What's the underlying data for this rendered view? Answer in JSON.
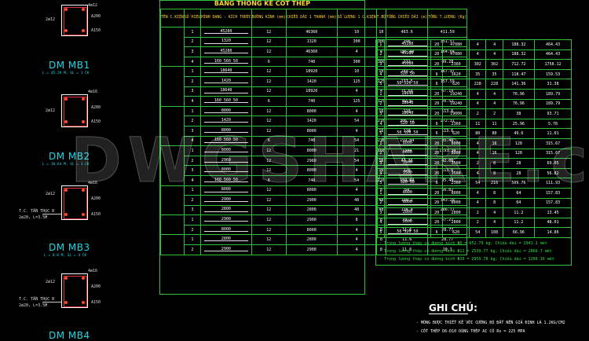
{
  "title": "BẢNG THỐNG KÊ CỐT THÉP",
  "headers": [
    "TÊN C.KIỆN",
    "SỐ HIỆU",
    "HÌNH DẠNG - KÍCH THƯỚC",
    "ĐƯỜNG KÍNH (mm)",
    "CHIỀU DÀI 1 THANH (mm)",
    "SỐ LƯỢNG 1 C.KIỆN",
    "T.BỘ",
    "TỔNG CHIỀU DÀI (m)",
    "TỔNG T.LƯỢNG (Kg)"
  ],
  "beams": [
    {
      "name": "DM MB1",
      "sub": "L = 45.29 M, SL = 1 CK",
      "tags": [
        "4ø12",
        "2ø12",
        "A200",
        "A150"
      ]
    },
    {
      "name": "DM MB2",
      "sub": "L = 18.64 M, SL = 1 CK",
      "tags": [
        "4ø16",
        "2ø12",
        "A200",
        "A150"
      ]
    },
    {
      "name": "DM MB3",
      "sub": "L = 8.0 M, SL = 4 CK",
      "tags": [
        "4ø16",
        "2ø12",
        "A200",
        "A150",
        "T.C. TẦN TRỤC B",
        "2ø20, L=3.5M"
      ]
    },
    {
      "name": "DM MB4",
      "sub": "",
      "tags": [
        "4ø16",
        "2ø12",
        "A200",
        "A150",
        "T.C. TẦN TRỤC B",
        "2ø20, L=3.5M"
      ]
    }
  ],
  "table1_rows": [
    [
      "1",
      "45280",
      "12",
      "46360",
      "10",
      "10",
      "463.6",
      "411.59"
    ],
    [
      "2",
      "1320",
      "12",
      "1320",
      "300",
      "300",
      "396",
      "351.57"
    ],
    [
      "3",
      "45280",
      "12",
      "46360",
      "4",
      "4",
      "185.44",
      "164.64"
    ],
    [
      "4",
      "160 560 50",
      "6",
      "740",
      "300",
      "300",
      "222",
      "49.28"
    ],
    [
      "1",
      "18640",
      "12",
      "18920",
      "10",
      "10",
      "189.2",
      "167.97"
    ],
    [
      "2",
      "1420",
      "12",
      "1420",
      "125",
      "125",
      "177.5",
      "157.59"
    ],
    [
      "3",
      "18640",
      "12",
      "18920",
      "4",
      "4",
      "75.68",
      "67.19"
    ],
    [
      "4",
      "160 560 50",
      "6",
      "740",
      "125",
      "125",
      "92.5",
      "20.53"
    ],
    [
      "1",
      "8000",
      "12",
      "8000",
      "4",
      "16",
      "128",
      "113.6"
    ],
    [
      "2",
      "1420",
      "12",
      "1420",
      "54",
      "216",
      "306.72",
      "272.31"
    ],
    [
      "3",
      "8000",
      "12",
      "8000",
      "4",
      "16",
      "128",
      "113.6"
    ],
    [
      "4",
      "160 560 50",
      "6",
      "740",
      "54",
      "216",
      "159.84",
      "35.48"
    ],
    [
      "1",
      "8000",
      "12",
      "8000",
      "21",
      "168",
      "1344",
      "1193.34"
    ],
    [
      "2",
      "2960",
      "12",
      "2960",
      "54",
      "16",
      "47.36",
      "42.05"
    ],
    [
      "3",
      "8000",
      "12",
      "8000",
      "4",
      "16",
      "128",
      "113.6"
    ],
    [
      "4",
      "160 560 50",
      "6",
      "740",
      "54",
      "216",
      "159.84",
      "35.48"
    ],
    [
      "1",
      "8000",
      "12",
      "8000",
      "4",
      "8",
      "64",
      "56.82"
    ],
    [
      "2",
      "2900",
      "12",
      "2900",
      "48",
      "48",
      "139.2",
      "343.29"
    ],
    [
      "3",
      "2800",
      "12",
      "2800",
      "48",
      "48",
      "134.4",
      "286.77"
    ],
    [
      "1",
      "2900",
      "12",
      "2900",
      "8",
      "8",
      "23.2",
      "57.27"
    ],
    [
      "2",
      "8000",
      "12",
      "8000",
      "4",
      "8",
      "11.6",
      "28.77"
    ],
    [
      "1",
      "2800",
      "12",
      "2800",
      "4",
      "8",
      "11.6",
      "28.77"
    ],
    [
      "2",
      "2900",
      "12",
      "2900",
      "4",
      "8",
      "11.6",
      "10.1"
    ]
  ],
  "table2_rows": [
    [
      "1",
      "45280",
      "20",
      "47080",
      "4",
      "4",
      "188.32",
      "464.43"
    ],
    [
      "2",
      "45280",
      "20",
      "47080",
      "4",
      "4",
      "188.32",
      "464.43"
    ],
    [
      "3",
      "45280",
      "20",
      "2360",
      "302",
      "302",
      "712.72",
      "1758.12"
    ],
    [
      "4",
      "520 50",
      "6",
      "3620",
      "35",
      "35",
      "118.47",
      "159.53"
    ],
    [
      "5",
      "50 520 50",
      "6",
      "620",
      "228",
      "228",
      "141.36",
      "31.38"
    ],
    [
      "1",
      "18640",
      "20",
      "19240",
      "4",
      "4",
      "76.96",
      "189.79"
    ],
    [
      "2",
      "18640",
      "20",
      "19240",
      "4",
      "4",
      "76.96",
      "189.79"
    ],
    [
      "3",
      "18640",
      "20",
      "19000",
      "2",
      "2",
      "38",
      "93.71"
    ],
    [
      "4",
      "520 50",
      "6",
      "2360",
      "11",
      "11",
      "25.96",
      "5.78"
    ],
    [
      "5",
      "50 520 50",
      "6",
      "620",
      "80",
      "80",
      "49.6",
      "11.01"
    ],
    [
      "1",
      "8000",
      "20",
      "8000",
      "4",
      "16",
      "128",
      "315.67"
    ],
    [
      "2",
      "8000",
      "20",
      "8000",
      "4",
      "16",
      "128",
      "315.67"
    ],
    [
      "3",
      "3500",
      "20",
      "3500",
      "2",
      "8",
      "28",
      "69.05"
    ],
    [
      "4",
      "3500",
      "20",
      "3500",
      "4",
      "8",
      "28",
      "56.82"
    ],
    [
      "5",
      "520 50",
      "6",
      "2360",
      "54",
      "216",
      "509.76",
      "111.93"
    ],
    [
      "1",
      "8000",
      "20",
      "8000",
      "4",
      "8",
      "64",
      "157.83"
    ],
    [
      "2",
      "8000",
      "20",
      "8000",
      "4",
      "8",
      "64",
      "157.83"
    ],
    [
      "3",
      "2800",
      "20",
      "2800",
      "2",
      "4",
      "11.2",
      "13.45"
    ],
    [
      "4",
      "2800",
      "20",
      "2800",
      "2",
      "4",
      "11.2",
      "48.01"
    ],
    [
      "5",
      "50 520 50",
      "6",
      "620",
      "54",
      "108",
      "66.96",
      "14.86"
    ]
  ],
  "notes": [
    "- Trọng lượng thép có đường kính Φ6 = 652.79 kg; Chiều dài = 2941.1 mét",
    "- Trọng lượng thép có đường kính Φ12 = 2539.77 kg; Chiều dài = 2860.7 mét",
    "- Trọng lượng thép có đường kính Φ20 = 2959.78 kg; Chiều dài = 1200.16 mét"
  ],
  "ghi_chu": {
    "title": "GHI CHÚ:",
    "lines": [
      "- MÓNG ĐƯỢC THIẾT KẾ VỚI CƯỜNG ĐỘ ĐẤT NỀN GIẢ ĐỊNH LÀ 1.2KG/CM2",
      "- CỐT THÉP D6-D10 DÙNG THÉP AI CÓ Rs = 225 MPA"
    ]
  },
  "watermark": "DWGSHARE.com"
}
